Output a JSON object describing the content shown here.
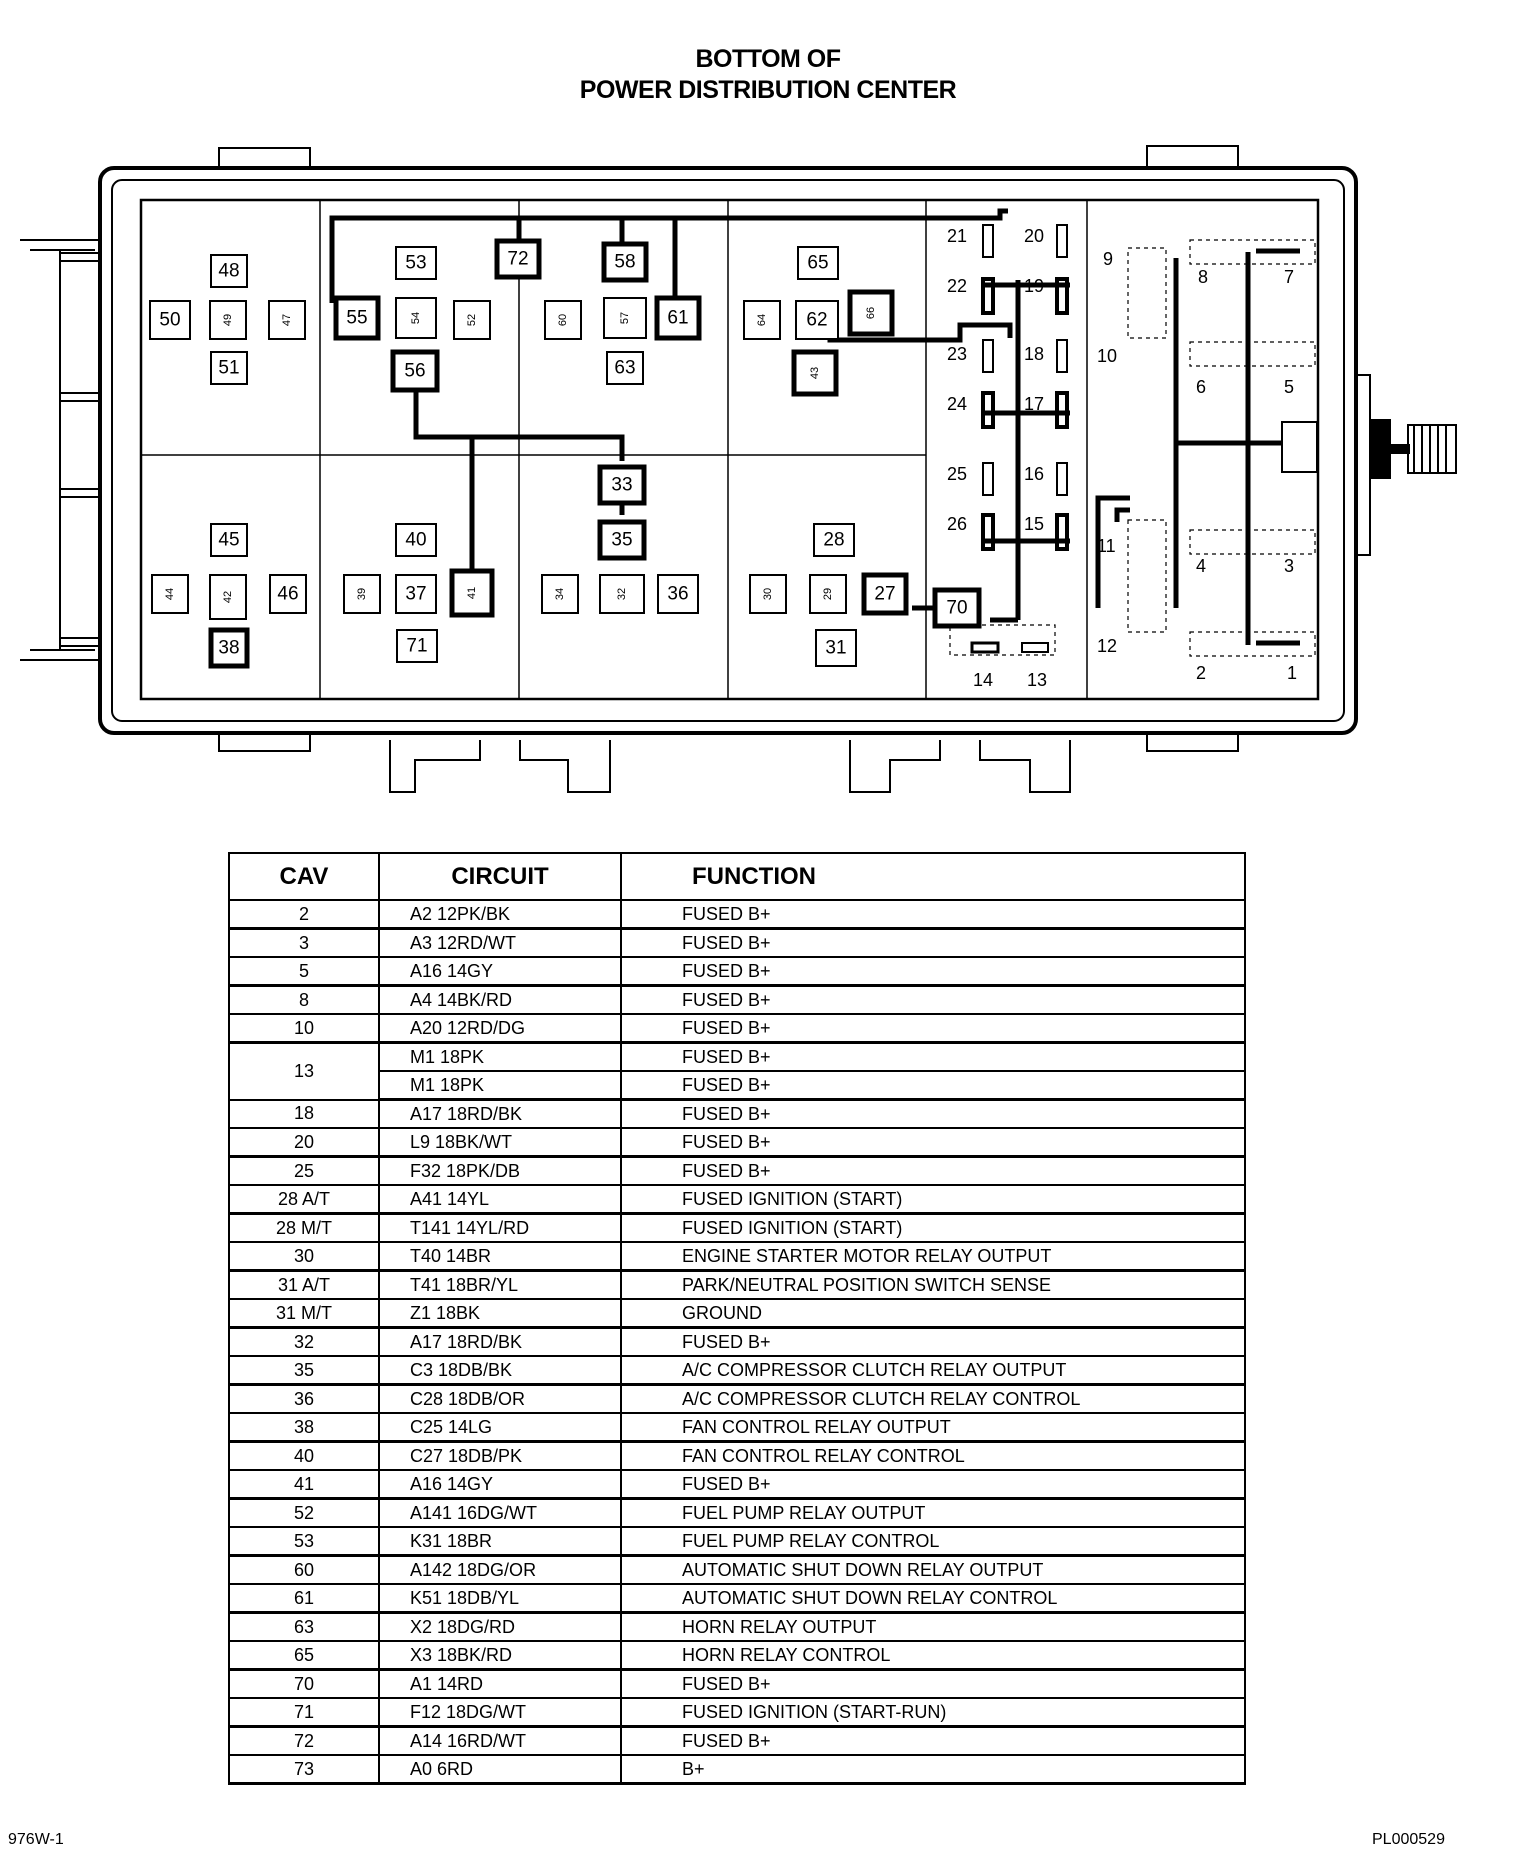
{
  "title": {
    "line1": "BOTTOM OF",
    "line2": "POWER DISTRIBUTION CENTER"
  },
  "diagram": {
    "cells": [
      "48",
      "50",
      "49",
      "47",
      "51",
      "53",
      "55",
      "54",
      "52",
      "56",
      "72",
      "60",
      "58",
      "57",
      "61",
      "63",
      "65",
      "64",
      "62",
      "66",
      "43",
      "45",
      "44",
      "42",
      "46",
      "38",
      "40",
      "39",
      "37",
      "41",
      "71",
      "33",
      "35",
      "34",
      "32",
      "36",
      "28",
      "30",
      "29",
      "27",
      "31",
      "70"
    ],
    "fuse_labels": [
      "21",
      "20",
      "22",
      "19",
      "23",
      "18",
      "24",
      "17",
      "25",
      "16",
      "26",
      "15",
      "14",
      "13"
    ],
    "relay_labels": [
      "9",
      "8",
      "7",
      "10",
      "6",
      "5",
      "11",
      "4",
      "3",
      "12",
      "2",
      "1"
    ]
  },
  "table": {
    "headers": {
      "cav": "CAV",
      "circuit": "CIRCUIT",
      "function": "FUNCTION"
    },
    "rows": [
      {
        "cav": "2",
        "circuit": "A2 12PK/BK",
        "function": "FUSED B+"
      },
      {
        "cav": "3",
        "circuit": "A3 12RD/WT",
        "function": "FUSED B+"
      },
      {
        "cav": "5",
        "circuit": "A16 14GY",
        "function": "FUSED B+"
      },
      {
        "cav": "8",
        "circuit": "A4 14BK/RD",
        "function": "FUSED B+"
      },
      {
        "cav": "10",
        "circuit": "A20 12RD/DG",
        "function": "FUSED B+"
      },
      {
        "cav": "13",
        "circuit": "M1 18PK",
        "function": "FUSED B+"
      },
      {
        "cav": "",
        "circuit": "M1 18PK",
        "function": "FUSED B+"
      },
      {
        "cav": "18",
        "circuit": "A17 18RD/BK",
        "function": "FUSED B+"
      },
      {
        "cav": "20",
        "circuit": "L9 18BK/WT",
        "function": "FUSED B+"
      },
      {
        "cav": "25",
        "circuit": "F32 18PK/DB",
        "function": "FUSED B+"
      },
      {
        "cav": "28 A/T",
        "circuit": "A41 14YL",
        "function": "FUSED IGNITION (START)"
      },
      {
        "cav": "28 M/T",
        "circuit": "T141 14YL/RD",
        "function": "FUSED IGNITION (START)"
      },
      {
        "cav": "30",
        "circuit": "T40 14BR",
        "function": "ENGINE STARTER MOTOR RELAY OUTPUT"
      },
      {
        "cav": "31 A/T",
        "circuit": "T41 18BR/YL",
        "function": "PARK/NEUTRAL POSITION SWITCH SENSE"
      },
      {
        "cav": "31 M/T",
        "circuit": "Z1 18BK",
        "function": "GROUND"
      },
      {
        "cav": "32",
        "circuit": "A17 18RD/BK",
        "function": "FUSED B+"
      },
      {
        "cav": "35",
        "circuit": "C3 18DB/BK",
        "function": "A/C COMPRESSOR CLUTCH RELAY OUTPUT"
      },
      {
        "cav": "36",
        "circuit": "C28 18DB/OR",
        "function": "A/C COMPRESSOR CLUTCH RELAY CONTROL"
      },
      {
        "cav": "38",
        "circuit": "C25 14LG",
        "function": "FAN CONTROL RELAY OUTPUT"
      },
      {
        "cav": "40",
        "circuit": "C27 18DB/PK",
        "function": "FAN CONTROL RELAY CONTROL"
      },
      {
        "cav": "41",
        "circuit": "A16 14GY",
        "function": "FUSED B+"
      },
      {
        "cav": "52",
        "circuit": "A141 16DG/WT",
        "function": "FUEL PUMP RELAY OUTPUT"
      },
      {
        "cav": "53",
        "circuit": "K31 18BR",
        "function": "FUEL PUMP RELAY CONTROL"
      },
      {
        "cav": "60",
        "circuit": "A142 18DG/OR",
        "function": "AUTOMATIC SHUT DOWN RELAY OUTPUT"
      },
      {
        "cav": "61",
        "circuit": "K51 18DB/YL",
        "function": "AUTOMATIC SHUT DOWN RELAY CONTROL"
      },
      {
        "cav": "63",
        "circuit": "X2 18DG/RD",
        "function": "HORN RELAY OUTPUT"
      },
      {
        "cav": "65",
        "circuit": "X3 18BK/RD",
        "function": "HORN RELAY CONTROL"
      },
      {
        "cav": "70",
        "circuit": "A1 14RD",
        "function": "FUSED B+"
      },
      {
        "cav": "71",
        "circuit": "F12 18DG/WT",
        "function": "FUSED IGNITION (START-RUN)"
      },
      {
        "cav": "72",
        "circuit": "A14 16RD/WT",
        "function": "FUSED B+"
      },
      {
        "cav": "73",
        "circuit": "A0 6RD",
        "function": "B+"
      }
    ]
  },
  "footer": {
    "left": "976W-1",
    "right": "PL000529"
  }
}
